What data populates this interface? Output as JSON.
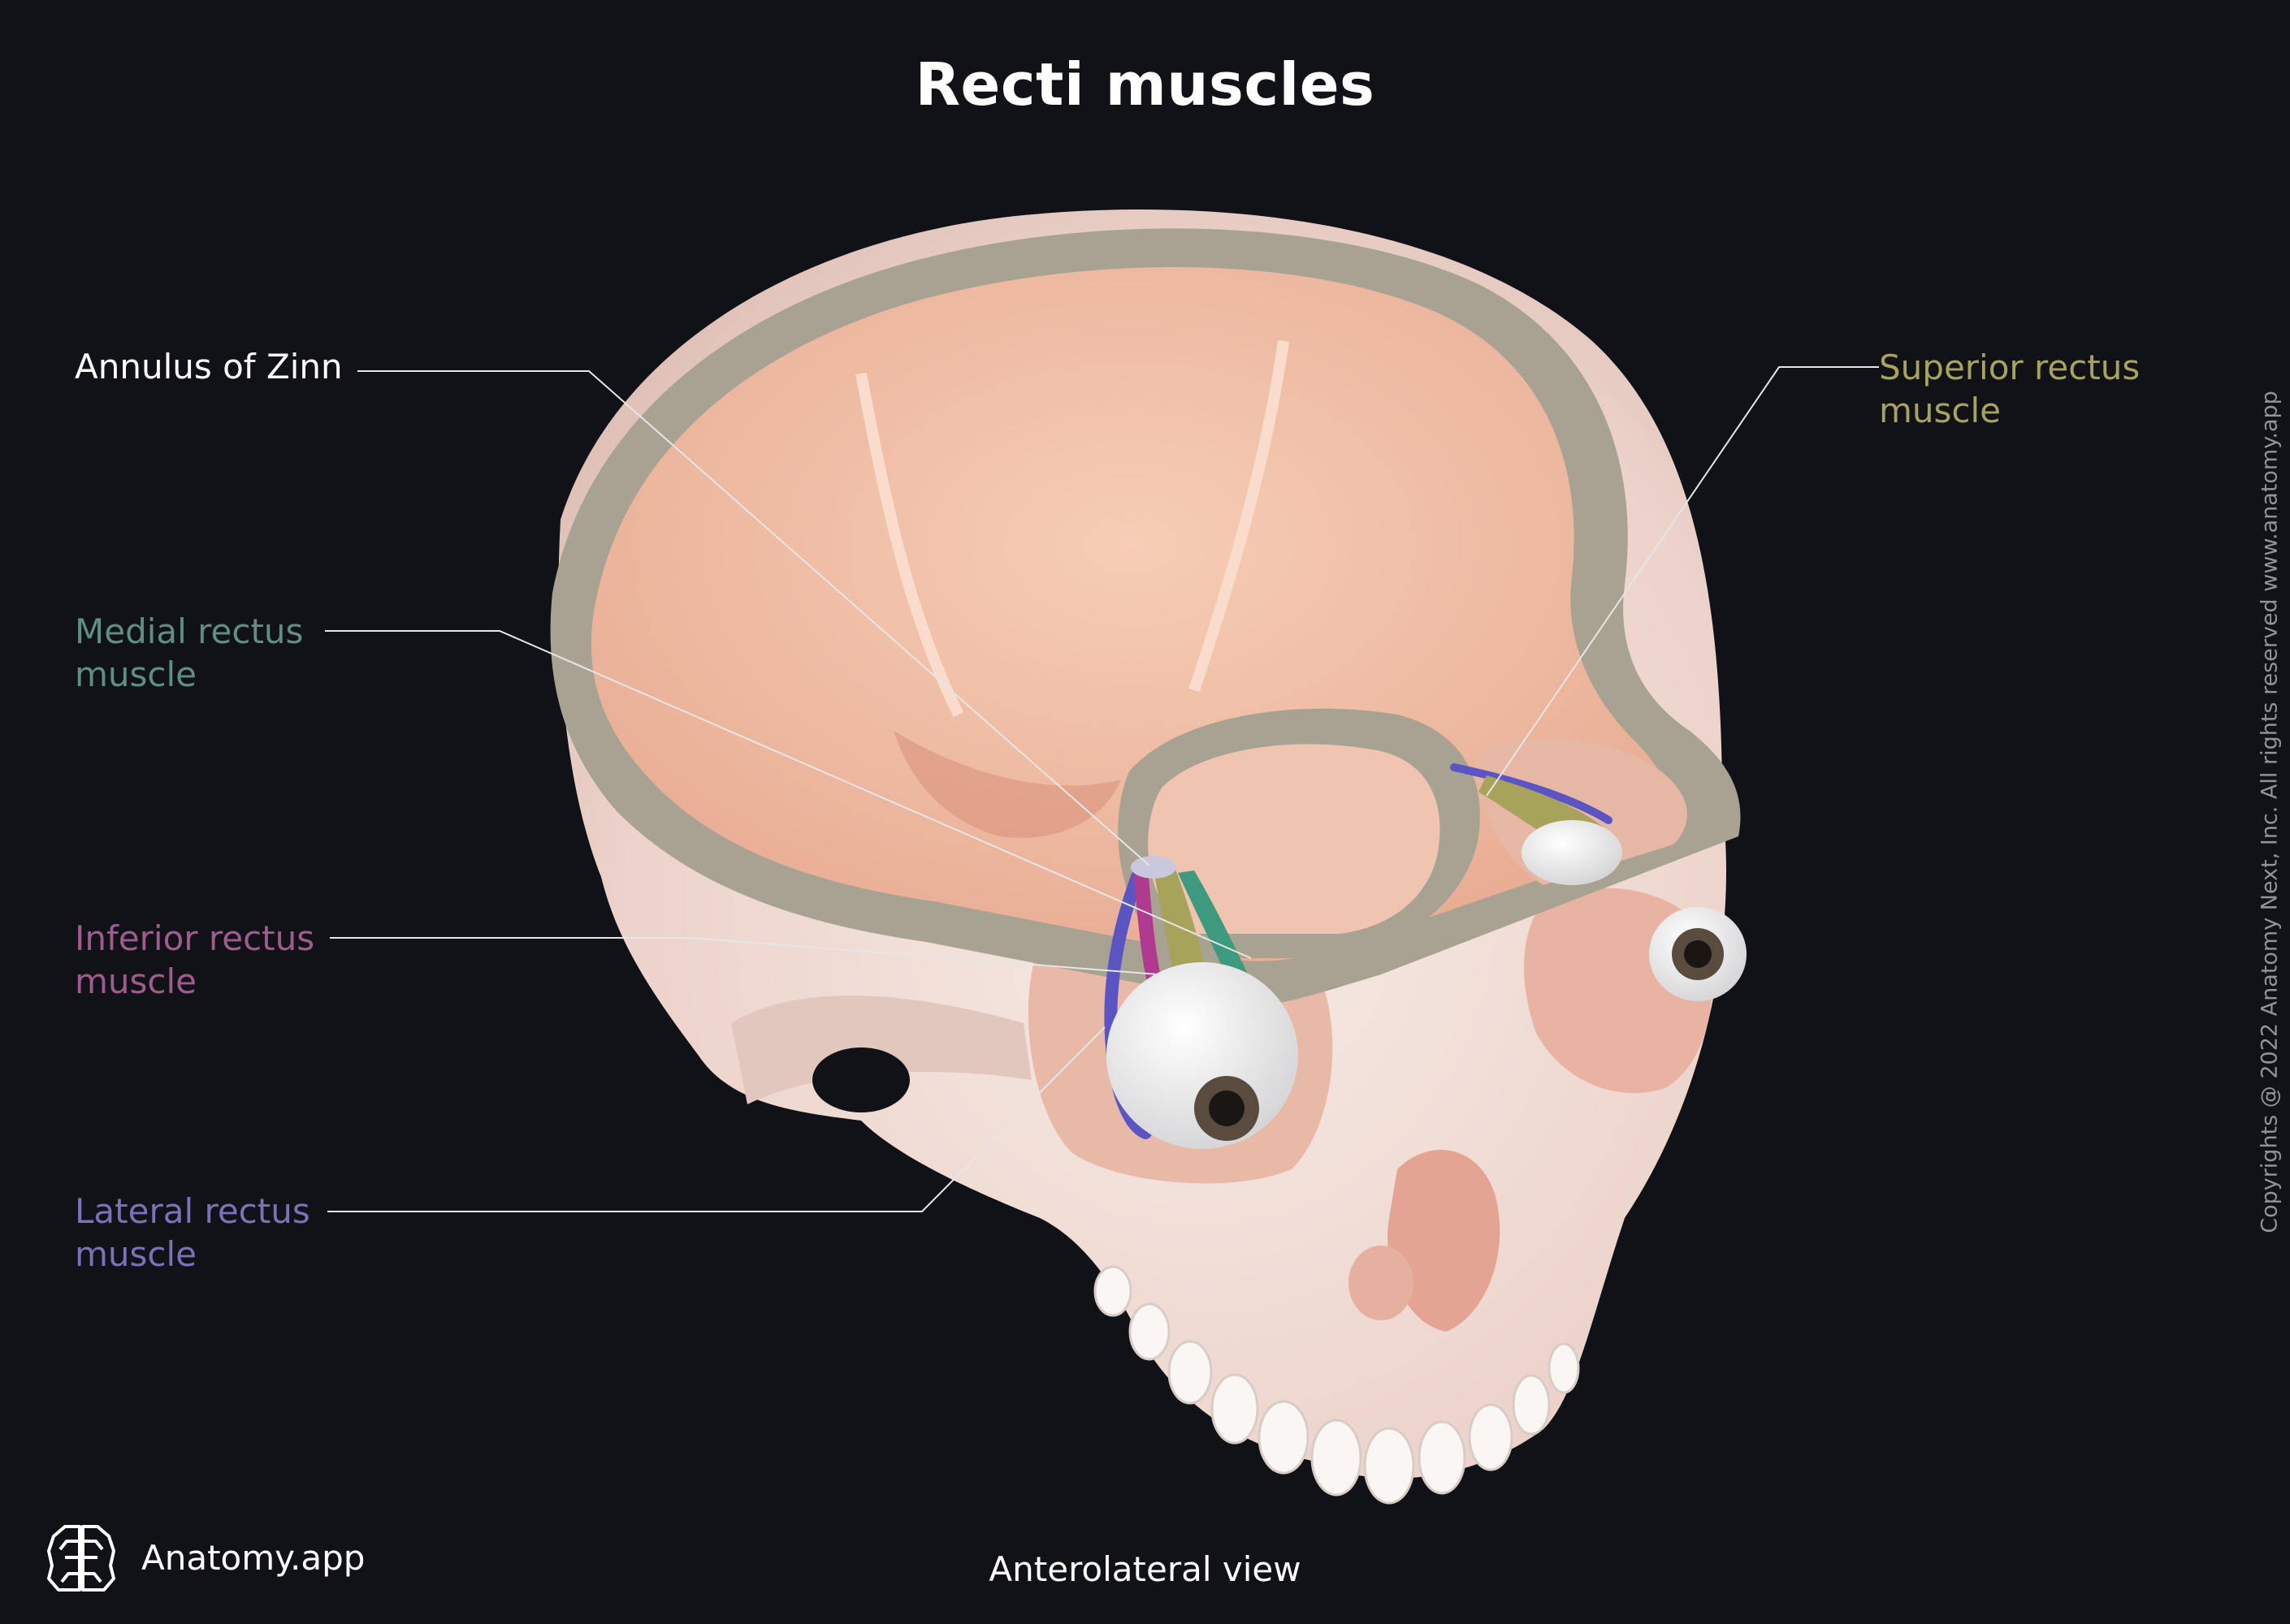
{
  "title": "Recti muscles",
  "caption": "Anterolateral view",
  "copyright": "Copyrights @ 2022 Anatomy Next, Inc. All rights reserved www.anatomy.app",
  "brand": {
    "name": "Anatomy.app",
    "logo_icon": "brain-icon"
  },
  "labels": {
    "annulus": {
      "line1": "Annulus of Zinn",
      "color": "#ffffff"
    },
    "superior": {
      "line1": "Superior rectus",
      "line2": "muscle",
      "color": "#a8a35a"
    },
    "medial": {
      "line1": "Medial rectus",
      "line2": "muscle",
      "color": "#5f8f82"
    },
    "inferior": {
      "line1": "Inferior rectus",
      "line2": "muscle",
      "color": "#a05b8d"
    },
    "lateral": {
      "line1": "Lateral rectus",
      "line2": "muscle",
      "color": "#7872b8"
    }
  },
  "colors": {
    "background": "#101217",
    "bone": "#efdcd6",
    "cranial_cavity": "#f0bfa6",
    "cut_surface": "#a7a291",
    "superior_rectus": "#a8a35a",
    "medial_rectus": "#3d9a7e",
    "inferior_rectus": "#b03a8e",
    "lateral_rectus": "#5b55c4"
  }
}
